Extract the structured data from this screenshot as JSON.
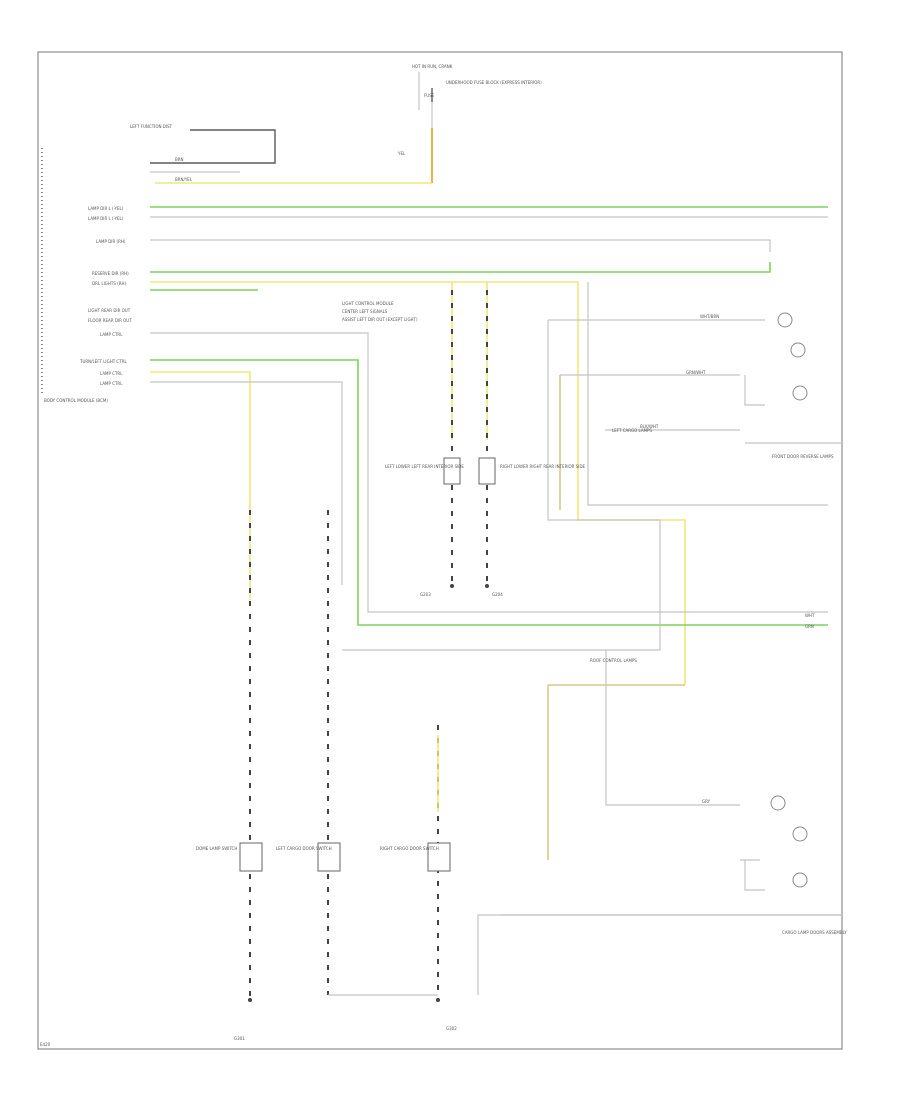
{
  "diagram": {
    "labels": [
      "HOT IN RUN, CRANK",
      "UNDERHOOD FUSE BLOCK (EXPRESS INTERIOR)",
      "FUSE",
      "LEFT FUNCTION DIST",
      "BRN",
      "BRN/YEL",
      "YEL",
      "LAMP DIR L (-YEL)",
      "LAMP DIR L (-YEL)",
      "LAMP DIR (RH)",
      "RESERVE DIR (RH)",
      "DRL LIGHTS (RH)",
      "LIGHT REAR DIR OUT",
      "FLOOR REAR DIR OUT",
      "LAMP CTRL",
      "TURN/LEFT LIGHT CTRL",
      "LAMP CTRL",
      "LAMP CTRL",
      "BODY CONTROL MODULE (BCM)",
      "LIGHT CONTROL MODULE",
      "CENTER LEFT SIGNALS",
      "ASSIST LEFT DIR OUT (EXCEPT LIGHT)",
      "LEFT LOWER LEFT REAR INTERIOR SIDE",
      "RIGHT LOWER RIGHT REAR INTERIOR SIDE",
      "G203",
      "G204",
      "WHT",
      "GRN",
      "WHT/BRN",
      "GRN/WHT",
      "BLK/WHT",
      "GRY",
      "LEFT CARGO LAMPS",
      "FRONT DOOR REVERSE LAMPS",
      "ROOF CONTROL LAMPS",
      "CARGO LAMP DOORS ASSEMBLY",
      "DOME LAMP SWITCH",
      "LEFT CARGO DOOR SWITCH",
      "RIGHT CARGO DOOR SWITCH",
      "G301",
      "G302",
      "E420"
    ]
  }
}
